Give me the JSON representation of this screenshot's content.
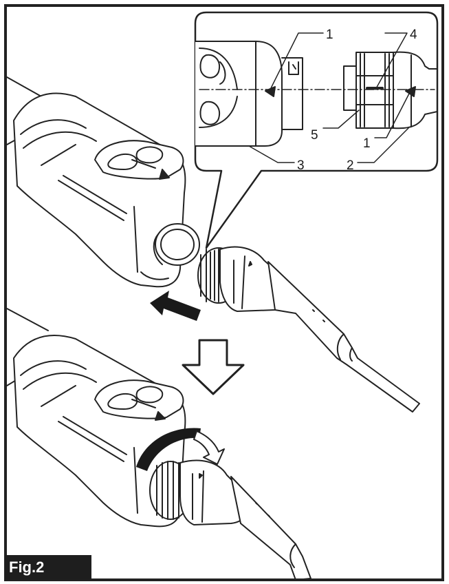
{
  "figure": {
    "label": "Fig.2"
  },
  "callouts": {
    "c1_top": "1",
    "c4": "4",
    "c5": "5",
    "c1_bottom": "1",
    "c3": "3",
    "c2": "2"
  },
  "colors": {
    "ink": "#1a1a1a",
    "outline": "#222222",
    "panel": "#ffffff",
    "label_box": "#1e1e1e",
    "label_text": "#ffffff"
  },
  "icons": {
    "direction_arrow": "left-arrow-icon",
    "step_arrow": "down-arrow-icon",
    "rotation_arrow": "clockwise-rotate-icon"
  }
}
